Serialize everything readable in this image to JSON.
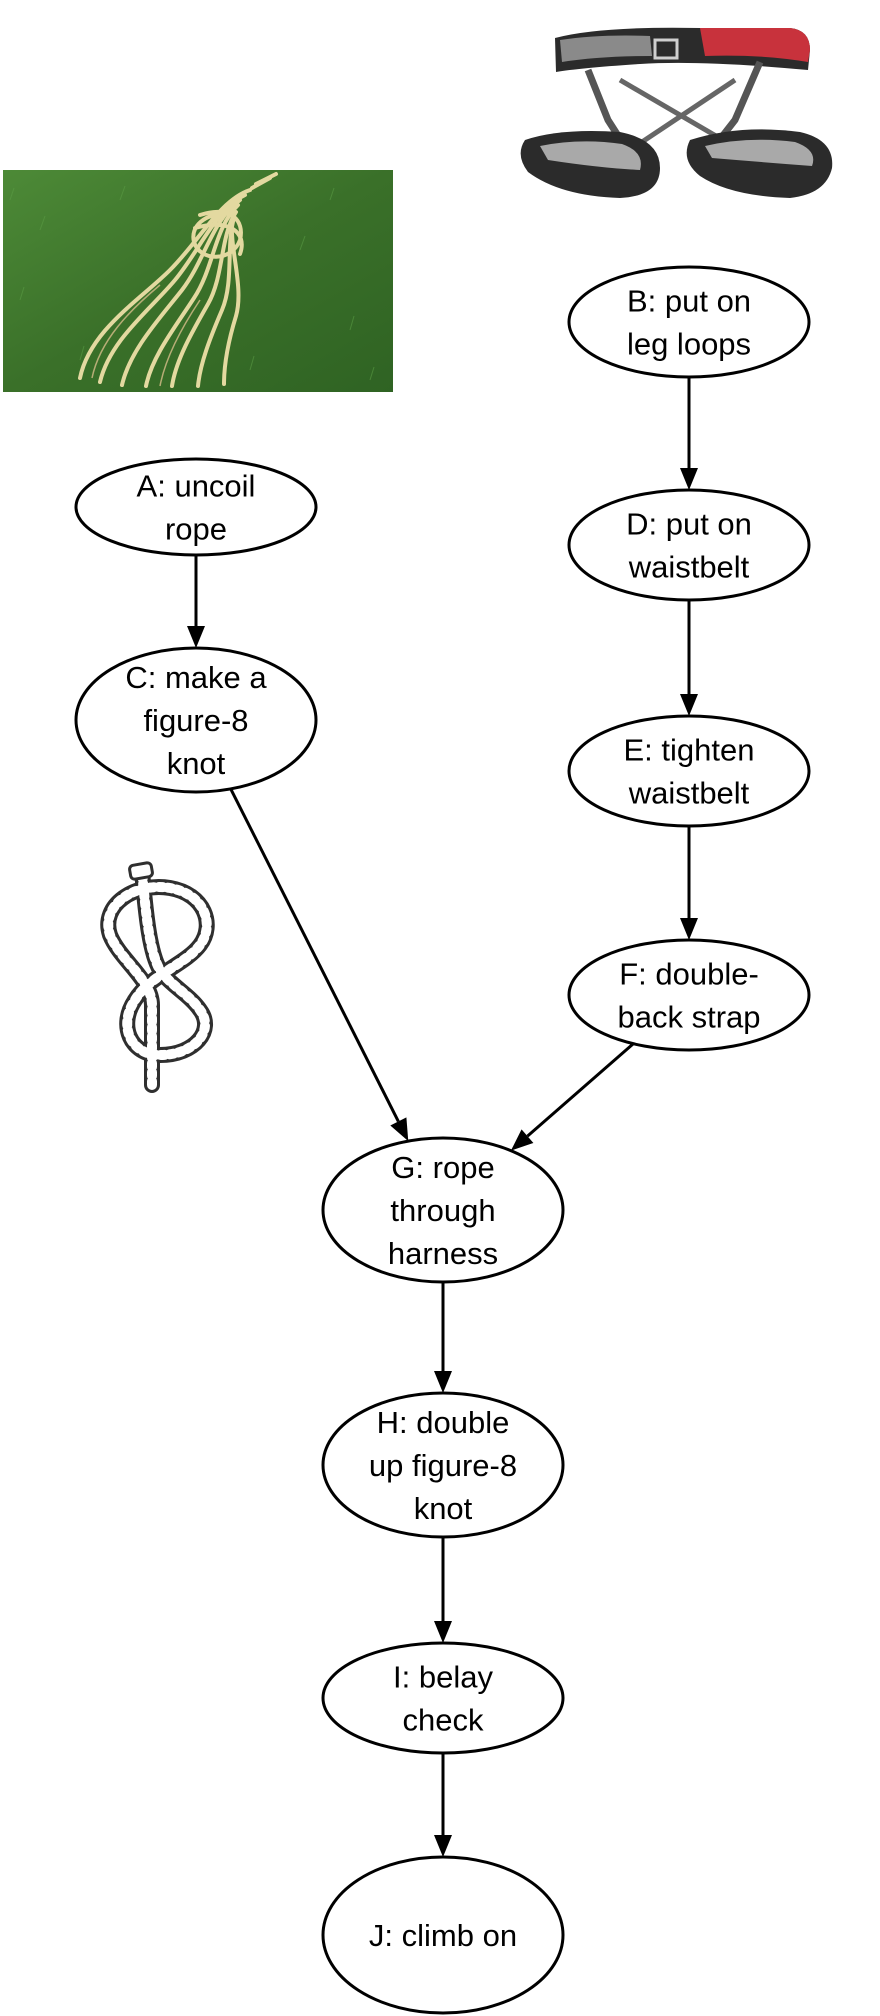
{
  "nodes": [
    {
      "id": "A",
      "lines": [
        "A: uncoil",
        "rope"
      ]
    },
    {
      "id": "B",
      "lines": [
        "B: put on",
        "leg loops"
      ]
    },
    {
      "id": "C",
      "lines": [
        "C: make a",
        "figure-8",
        "knot"
      ]
    },
    {
      "id": "D",
      "lines": [
        "D: put on",
        "waistbelt"
      ]
    },
    {
      "id": "E",
      "lines": [
        "E: tighten",
        "waistbelt"
      ]
    },
    {
      "id": "F",
      "lines": [
        "F: double-",
        "back strap"
      ]
    },
    {
      "id": "G",
      "lines": [
        "G: rope",
        "through",
        "harness"
      ]
    },
    {
      "id": "H",
      "lines": [
        "H: double",
        "up figure-8",
        "knot"
      ]
    },
    {
      "id": "I",
      "lines": [
        "I: belay",
        "check"
      ]
    },
    {
      "id": "J",
      "lines": [
        "J: climb on"
      ]
    }
  ],
  "edges": [
    {
      "from": "A",
      "to": "C"
    },
    {
      "from": "B",
      "to": "D"
    },
    {
      "from": "D",
      "to": "E"
    },
    {
      "from": "E",
      "to": "F"
    },
    {
      "from": "C",
      "to": "G"
    },
    {
      "from": "F",
      "to": "G"
    },
    {
      "from": "G",
      "to": "H"
    },
    {
      "from": "H",
      "to": "I"
    },
    {
      "from": "I",
      "to": "J"
    }
  ],
  "images": [
    {
      "id": "rope-coil",
      "description": "coiled yellow climbing rope on grass"
    },
    {
      "id": "harness",
      "description": "black climbing harness with red accents"
    },
    {
      "id": "figure-8-knot",
      "description": "figure-8 knot line drawing"
    }
  ],
  "colors": {
    "stroke": "#000000",
    "grass": "#3f7a2e",
    "rope": "#e3d9a0",
    "harness": "#2b2b2b",
    "harness_accent": "#c8323c"
  }
}
